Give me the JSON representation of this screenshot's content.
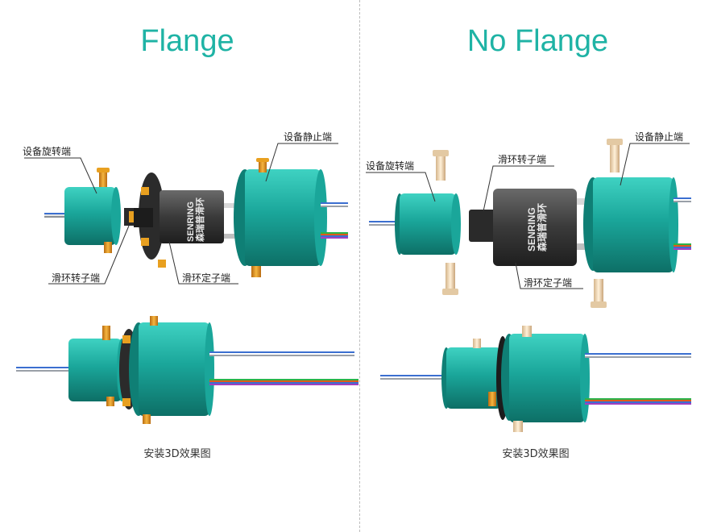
{
  "left": {
    "title": "Flange",
    "labels": {
      "rotor_side": "设备旋转端",
      "stator_side": "设备静止端",
      "ring_rotor": "滑环转子端",
      "ring_stator": "滑环定子端"
    },
    "caption": "安装3D效果图"
  },
  "right": {
    "title": "No Flange",
    "labels": {
      "rotor_side": "设备旋转端",
      "stator_side": "设备静止端",
      "ring_rotor": "滑环转子端",
      "ring_stator": "滑环定子端"
    },
    "caption": "安装3D效果图"
  },
  "brand": {
    "name": "SENRING",
    "cn": "森瑞普滑环"
  },
  "colors": {
    "teal": "#1aa69a",
    "title": "#1fb3a5",
    "dark": "#3a3a3a",
    "gold": "#e8a020"
  }
}
